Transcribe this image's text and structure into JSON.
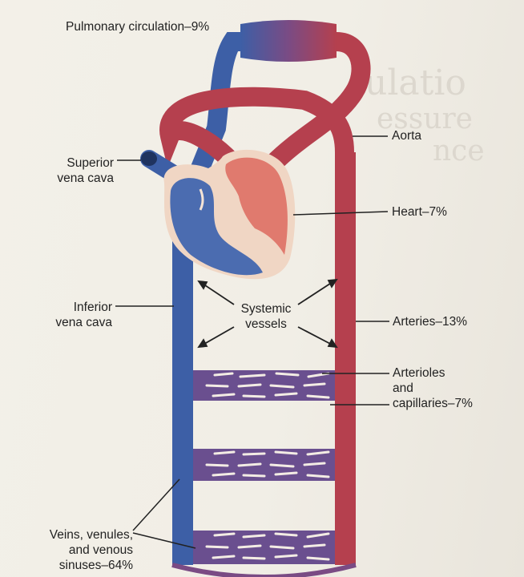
{
  "labels": {
    "pulmonary": "Pulmonary circulation–9%",
    "superior_vc_1": "Superior",
    "superior_vc_2": "vena cava",
    "aorta": "Aorta",
    "heart": "Heart–7%",
    "inferior_vc_1": "Inferior",
    "inferior_vc_2": "vena cava",
    "systemic_1": "Systemic",
    "systemic_2": "vessels",
    "arteries": "Arteries–13%",
    "arterioles_1": "Arterioles",
    "arterioles_2": "and",
    "arterioles_3": "capillaries–7%",
    "veins_1": "Veins, venules,",
    "veins_2": "and venous",
    "veins_3": "sinuses–64%"
  },
  "colors": {
    "vein_blue": "#3d5fa6",
    "artery_red": "#b5404e",
    "heart_outline": "#f0d6c4",
    "heart_left": "#e07a6e",
    "heart_right": "#4b6cb0"
  }
}
